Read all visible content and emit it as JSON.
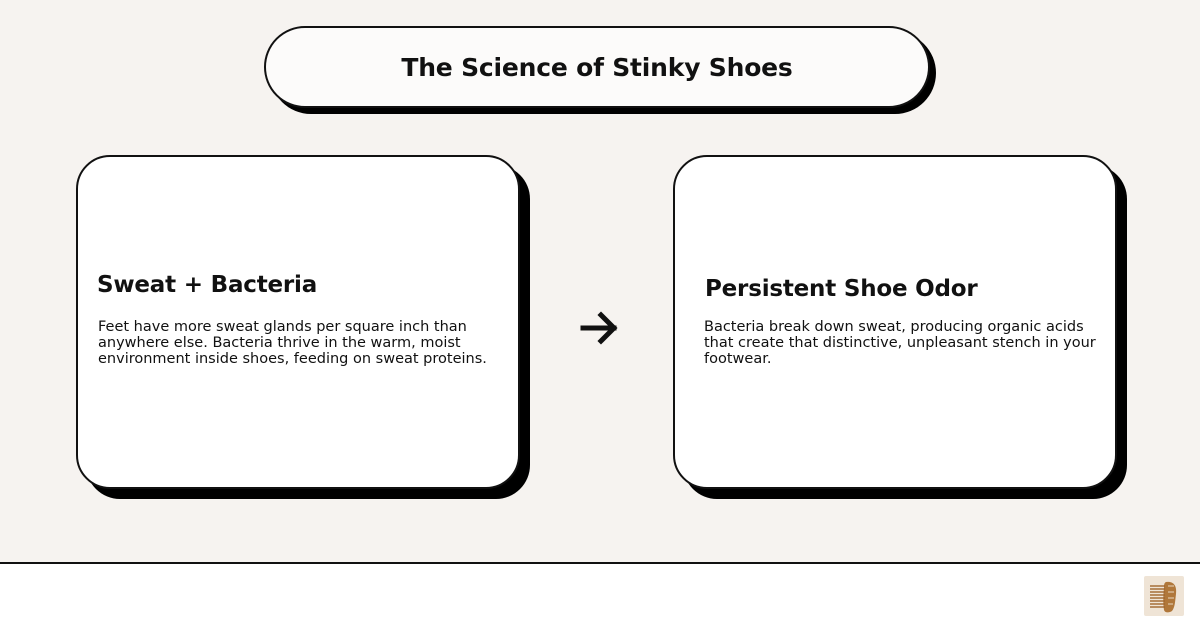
{
  "title": "The Science of Stinky Shoes",
  "cards": [
    {
      "heading": "Sweat + Bacteria",
      "body": "Feet have more sweat glands per square inch than anywhere else. Bacteria thrive in the warm, moist environment inside shoes, feeding on sweat proteins."
    },
    {
      "heading": "Persistent Shoe Odor",
      "body": "Bacteria break down sweat, producing organic acids that create that distinctive, unpleasant stench in your footwear."
    }
  ],
  "connector_icon": "arrow-right-icon",
  "logo_icon": "shoe-brush-logo-icon",
  "colors": {
    "background": "#f6f3f0",
    "card": "#ffffff",
    "outline": "#111111",
    "shadow": "#000000",
    "footer": "#ffffff",
    "logo_accent": "#b0773a"
  }
}
